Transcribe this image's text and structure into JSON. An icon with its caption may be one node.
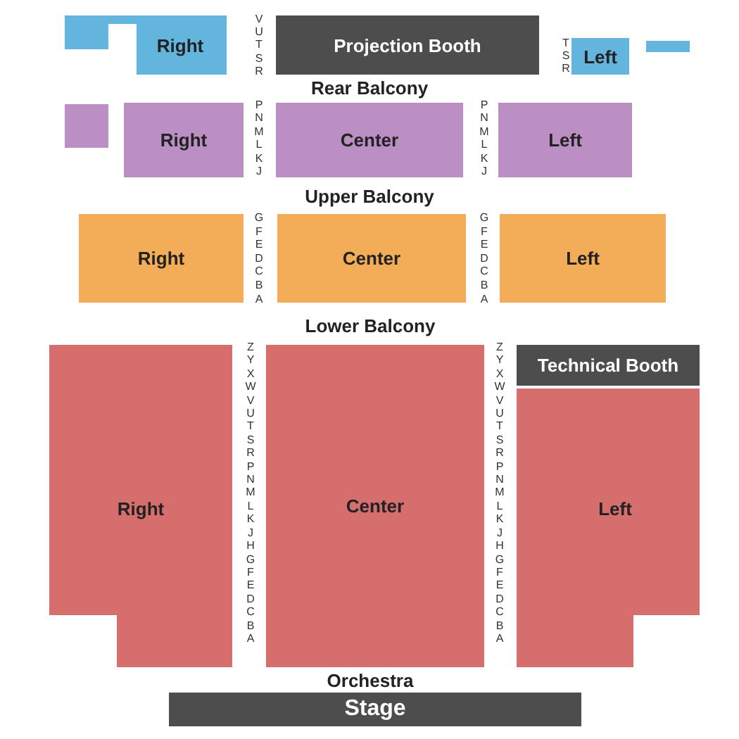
{
  "diagram": {
    "nodes": [
      {
        "text": [
          "Right"
        ]
      },
      {
        "text": [
          "Projection Booth"
        ]
      },
      {
        "text": [
          "Left"
        ]
      },
      {
        "text": [],
        "shape": "box"
      },
      {
        "text": [],
        "shape": "box"
      },
      {
        "text": [
          "Right"
        ]
      },
      {
        "text": [
          "Center"
        ]
      },
      {
        "text": [
          "Left"
        ]
      },
      {
        "text": [
          "Right"
        ]
      },
      {
        "text": [
          "Center"
        ]
      },
      {
        "text": [
          "Left"
        ]
      },
      {
        "text": [
          "Right"
        ]
      },
      {
        "text": [
          "Center"
        ]
      },
      {
        "text": [
          "Technical Booth"
        ]
      },
      {
        "text": [
          "Left"
        ]
      },
      {
        "text": [
          "Stage"
        ]
      }
    ],
    "labels": [
      "V U T S R",
      "T S R",
      "Rear Balcony",
      "P N M L K J",
      "P N M L K J",
      "Upper Balcony",
      "G F E D C B A",
      "G F E D C B A",
      "Lower Balcony",
      "Z Y X W V U T S R P N M L K J H G F E D C B A",
      "Z Y X W V U T S R P N M L K J H G F E D C B A",
      "Orchestra"
    ]
  }
}
